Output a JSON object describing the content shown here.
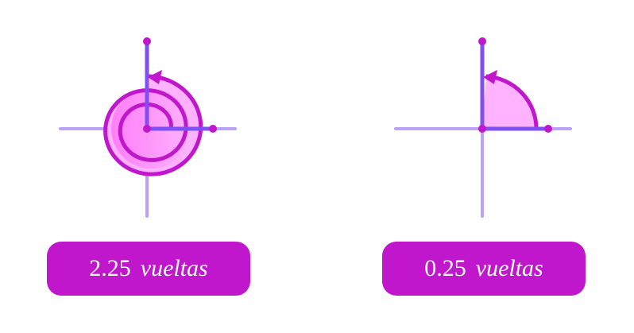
{
  "figures": [
    {
      "turns": 2.25,
      "number": "2.25",
      "unit": "vueltas"
    },
    {
      "turns": 0.25,
      "number": "0.25",
      "unit": "vueltas"
    }
  ],
  "colors": {
    "stroke": "#c016cc",
    "fill_light": "#ffb2ff",
    "fill_dark": "#ff5cf2",
    "axis": "#b9a2f8",
    "ray": "#7f4ff2",
    "label_bg": "#c016cc"
  }
}
